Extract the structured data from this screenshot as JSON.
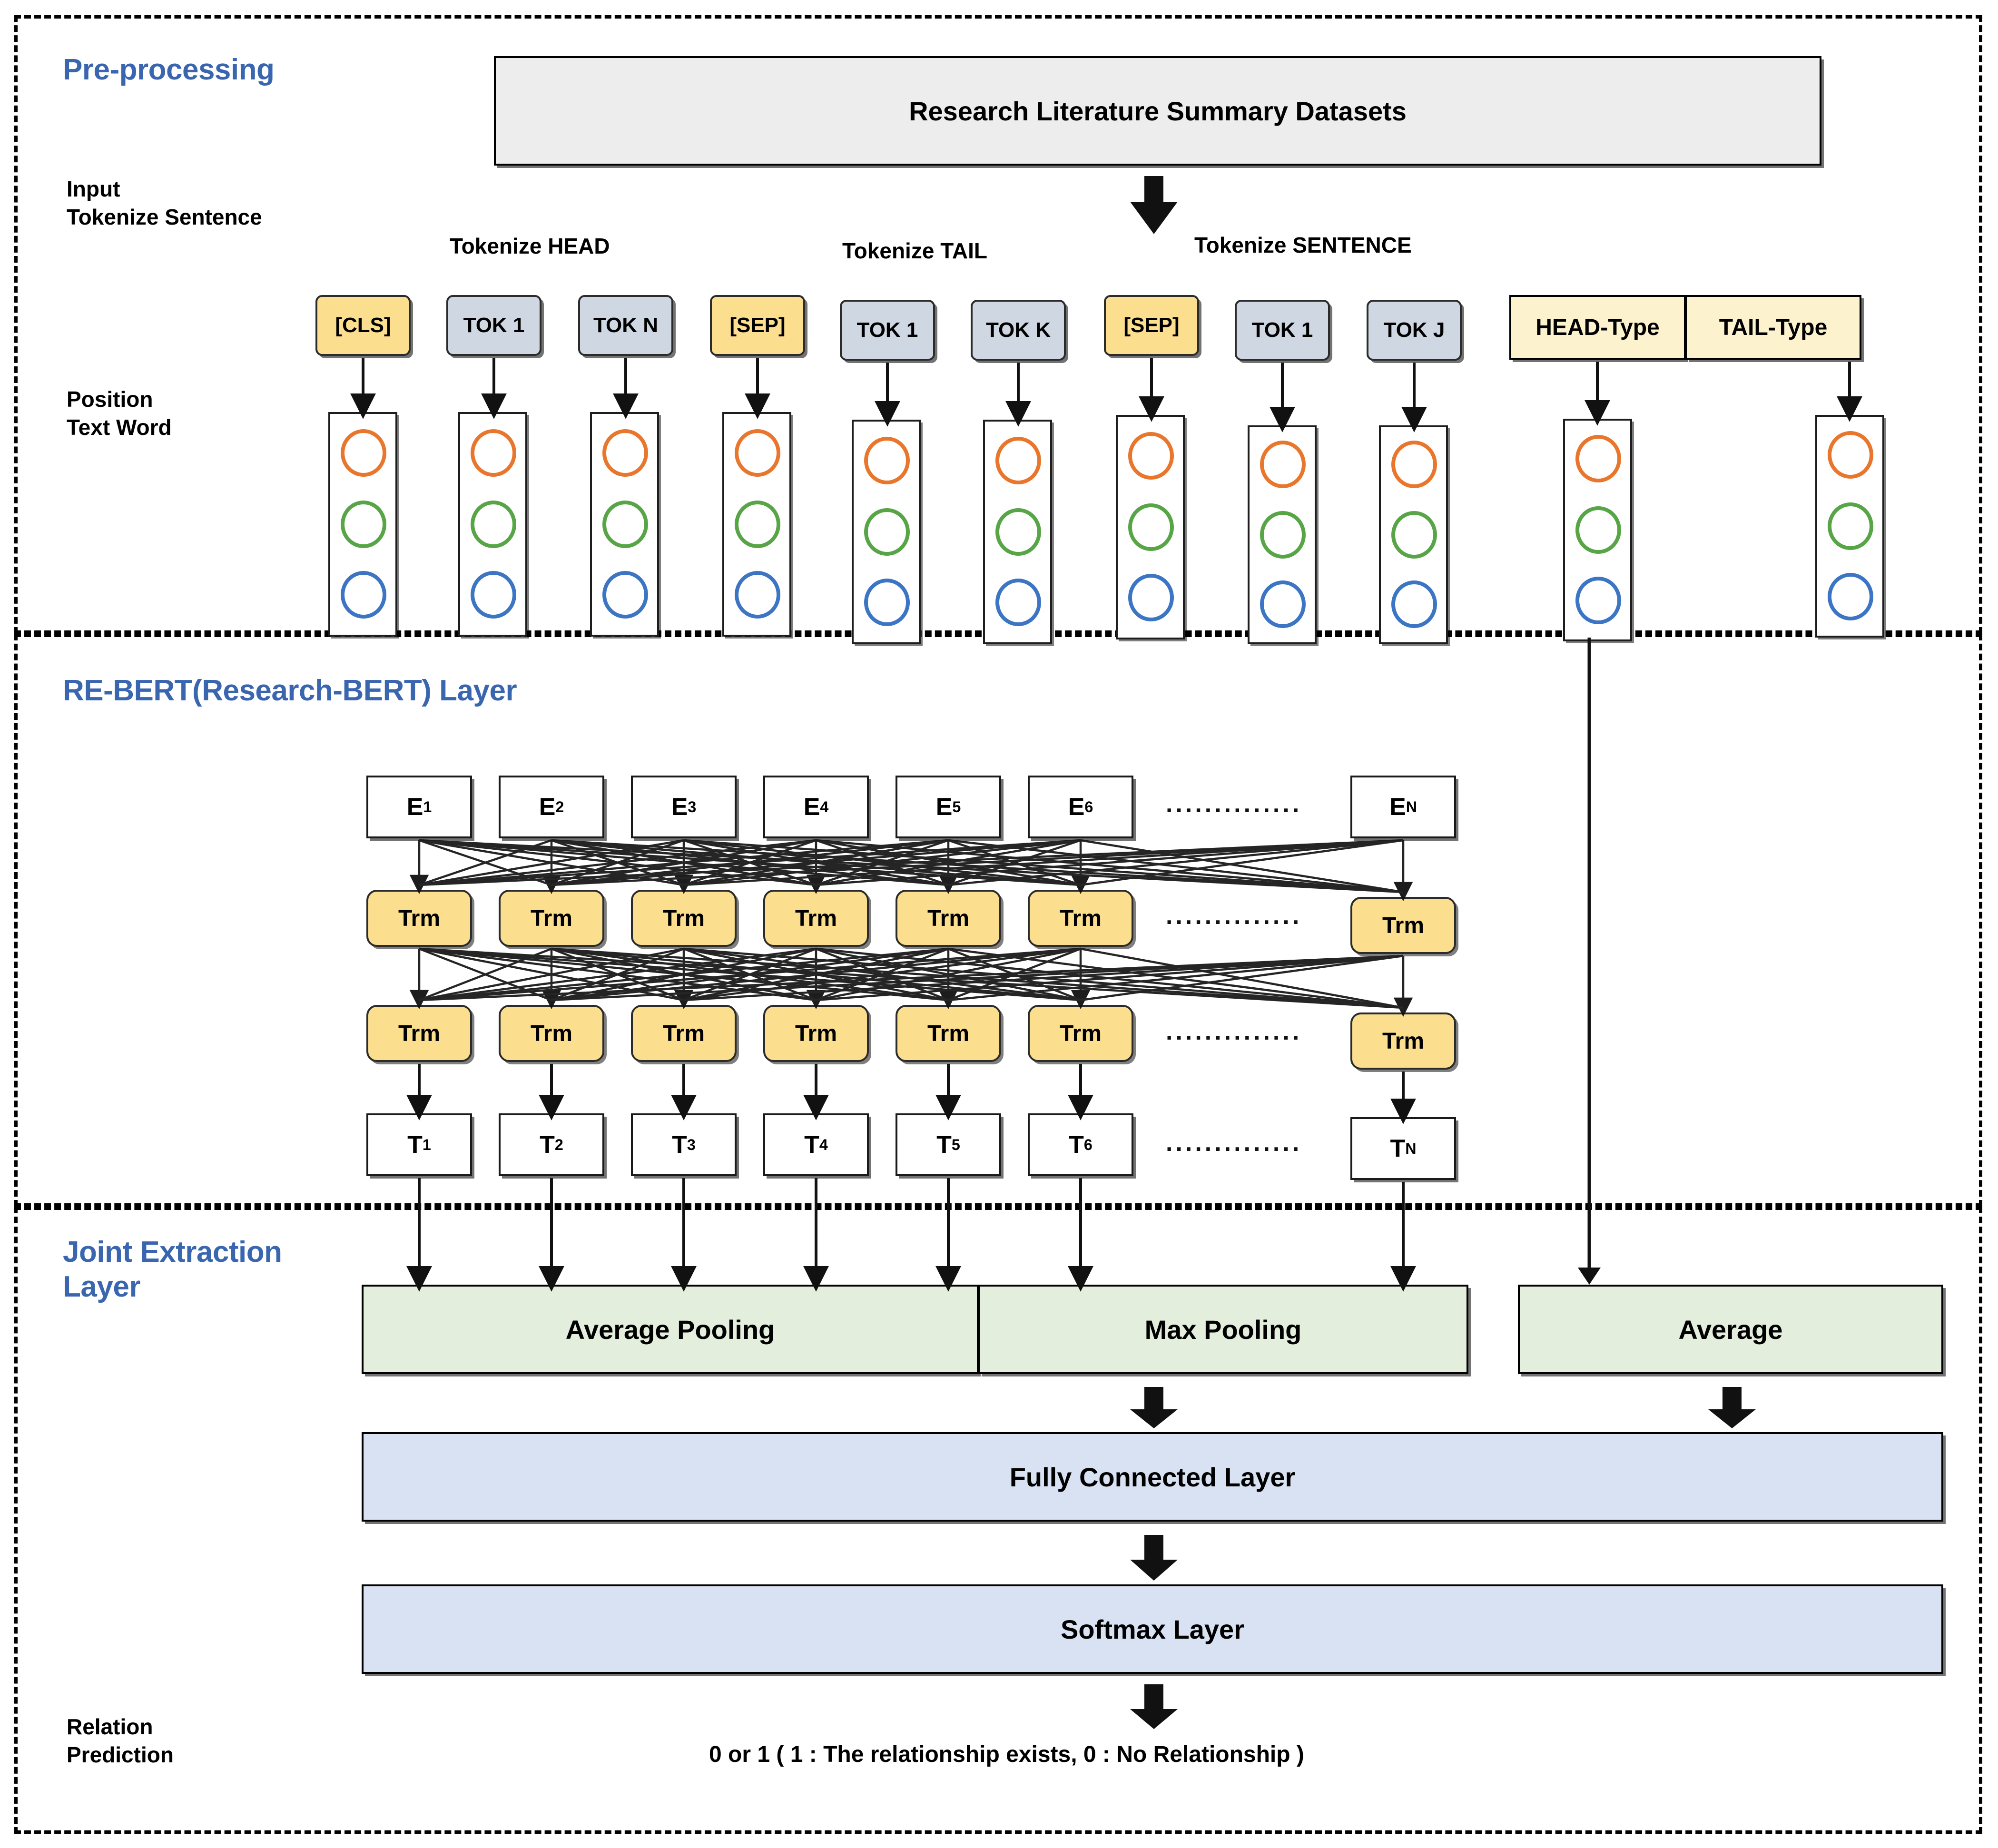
{
  "figure": {
    "title": "RE-BERT joint relation extraction architecture",
    "colors": {
      "section_title": "#3A66B0",
      "token_special": "#FBDF8F",
      "token_normal": "#CFD7E3",
      "type_box": "#FDF2CE",
      "dataset_box": "#EDEDED",
      "transformer_box": "#FBDF8F",
      "pooling_box": "#E3EFDC",
      "dense_box": "#D9E2F3",
      "embedding_circle_1": "#E8762C",
      "embedding_circle_2": "#57A546",
      "embedding_circle_3": "#3B75C4"
    }
  },
  "sections": [
    {
      "id": "pre-processing",
      "title": "Pre-processing"
    },
    {
      "id": "re-bert",
      "title": "RE-BERT(Research-BERT) Layer"
    },
    {
      "id": "joint-extraction",
      "title": "Joint Extraction\nLayer"
    }
  ],
  "side_labels": [
    {
      "id": "input",
      "text": "Input\nTokenize Sentence"
    },
    {
      "id": "position",
      "text": "Position\nText Word"
    },
    {
      "id": "relation",
      "text": "Relation\nPrediction"
    }
  ],
  "dataset": {
    "label": "Research Literature Summary Datasets"
  },
  "tokenize_captions": [
    {
      "id": "head",
      "label": "Tokenize HEAD"
    },
    {
      "id": "tail",
      "label": "Tokenize TAIL"
    },
    {
      "id": "sentence",
      "label": "Tokenize SENTENCE"
    }
  ],
  "tokens": [
    {
      "label": "[CLS]",
      "kind": "special"
    },
    {
      "label": "TOK 1",
      "kind": "normal"
    },
    {
      "label": "TOK N",
      "kind": "normal"
    },
    {
      "label": "[SEP]",
      "kind": "special"
    },
    {
      "label": "TOK 1",
      "kind": "normal"
    },
    {
      "label": "TOK K",
      "kind": "normal"
    },
    {
      "label": "[SEP]",
      "kind": "special"
    },
    {
      "label": "TOK 1",
      "kind": "normal"
    },
    {
      "label": "TOK J",
      "kind": "normal"
    }
  ],
  "type_boxes": [
    {
      "label": "HEAD-Type"
    },
    {
      "label": "TAIL-Type"
    }
  ],
  "embedding_columns_count": 11,
  "embedding_circle_colors": [
    "#E8762C",
    "#57A546",
    "#3B75C4"
  ],
  "embeddings": [
    {
      "label": "E",
      "sub": "1"
    },
    {
      "label": "E",
      "sub": "2"
    },
    {
      "label": "E",
      "sub": "3"
    },
    {
      "label": "E",
      "sub": "4"
    },
    {
      "label": "E",
      "sub": "5"
    },
    {
      "label": "E",
      "sub": "6"
    },
    {
      "label": "E",
      "sub": "N"
    }
  ],
  "transformer_label": "Trm",
  "transformer_rows": 2,
  "transformer_per_row": 7,
  "outputs": [
    {
      "label": "T",
      "sub": "1"
    },
    {
      "label": "T",
      "sub": "2"
    },
    {
      "label": "T",
      "sub": "3"
    },
    {
      "label": "T",
      "sub": "4"
    },
    {
      "label": "T",
      "sub": "5"
    },
    {
      "label": "T",
      "sub": "6"
    },
    {
      "label": "T",
      "sub": "N"
    }
  ],
  "ellipsis": "..............",
  "pooling": [
    {
      "id": "avg-pooling",
      "label": "Average Pooling"
    },
    {
      "id": "max-pooling",
      "label": "Max Pooling"
    },
    {
      "id": "average",
      "label": "Average"
    }
  ],
  "dense_layers": [
    {
      "id": "fully-connected",
      "label": "Fully Connected Layer"
    },
    {
      "id": "softmax",
      "label": "Softmax Layer"
    }
  ],
  "prediction": {
    "text": "0 or 1 ( 1 : The relationship exists, 0 : No Relationship )"
  }
}
